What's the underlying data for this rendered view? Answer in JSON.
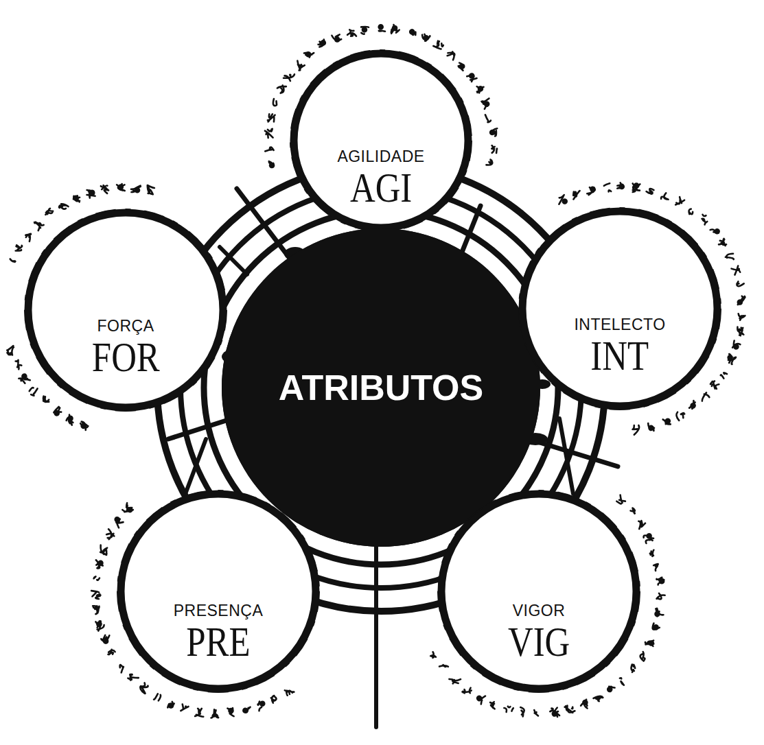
{
  "diagram": {
    "nodes": [
      {
        "text": [
          "AGILIDADE",
          "AGI"
        ]
      },
      {
        "text": [
          "FORÇA",
          "FOR"
        ]
      },
      {
        "text": [
          "ATRIBUTOS"
        ]
      },
      {
        "text": [
          "INTELECTO",
          "INT"
        ]
      },
      {
        "text": [
          "PRESENÇA",
          "PRE"
        ]
      },
      {
        "text": [
          "VIGOR",
          "VIG"
        ]
      }
    ]
  }
}
